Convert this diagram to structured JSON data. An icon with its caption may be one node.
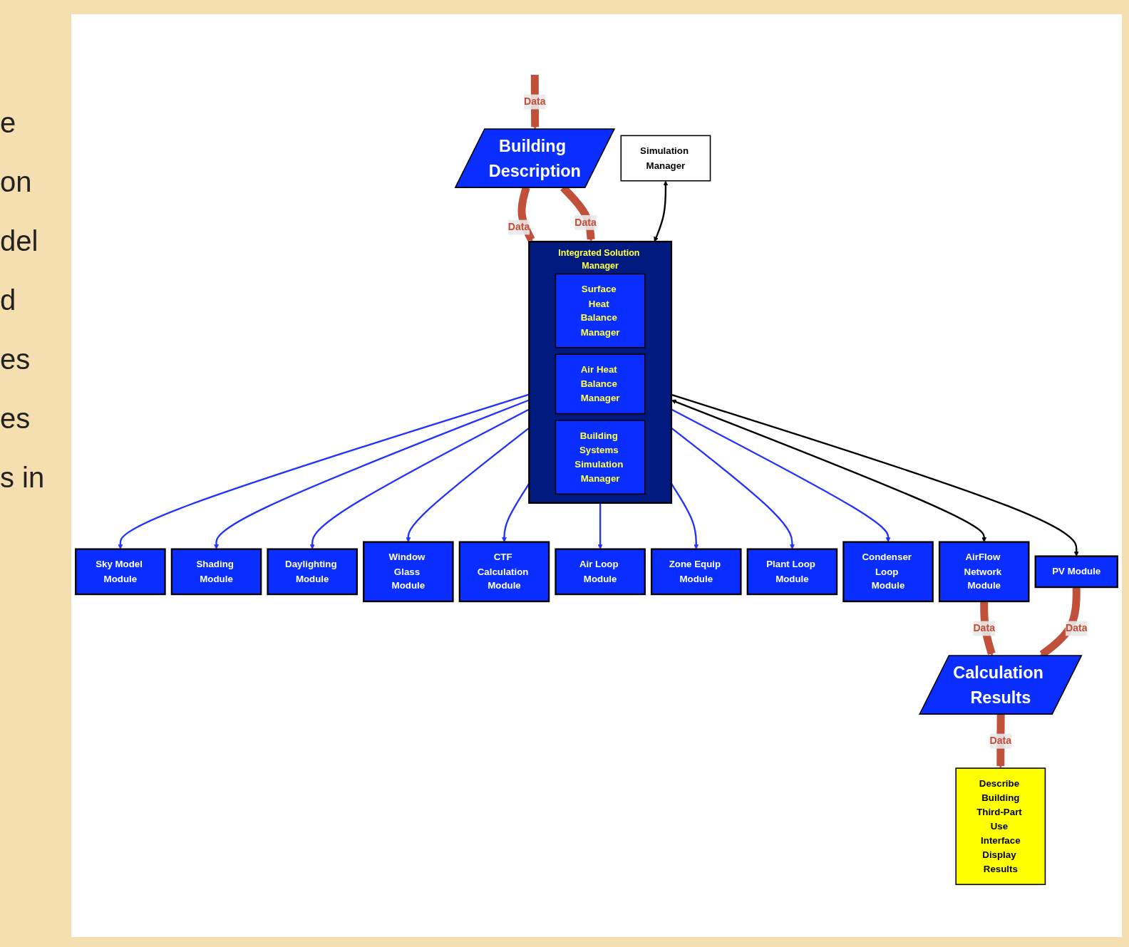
{
  "diagram": {
    "nodes": [
      {
        "text": [
          "Building Description"
        ]
      },
      {
        "text": [
          "Simulation Manager"
        ]
      },
      {
        "text": [
          "Integrated Solution Manager"
        ]
      },
      {
        "text": [
          "Surface Heat Balance Manager"
        ],
        "in": 2
      },
      {
        "text": [
          "Air Heat Balance Manager"
        ],
        "in": 2
      },
      {
        "text": [
          "Building Systems Simulation Manager"
        ],
        "in": 2
      },
      {
        "text": [
          "Sky Model Module"
        ]
      },
      {
        "text": [
          "Shading Module"
        ]
      },
      {
        "text": [
          "Daylighting Module"
        ]
      },
      {
        "text": [
          "Window Glass Module"
        ]
      },
      {
        "text": [
          "CTF Calculation Module"
        ]
      },
      {
        "text": [
          "Air Loop Module"
        ]
      },
      {
        "text": [
          "Zone Equip Module"
        ]
      },
      {
        "text": [
          "Plant Loop Module"
        ]
      },
      {
        "text": [
          "Condenser Loop Module"
        ]
      },
      {
        "text": [
          "AirFlow Network Module"
        ]
      },
      {
        "text": [
          "PV Module"
        ]
      },
      {
        "text": [
          "Calculation Results"
        ]
      },
      {
        "text": [
          "Describe Building",
          "Third-Part Use Interface",
          "Display Results"
        ]
      }
    ],
    "edges": [
      {
        "from": null,
        "to": 0,
        "arrow": "to",
        "label": "Data",
        "style": "thick",
        "color": "#c0503a"
      },
      {
        "from": 0,
        "to": 2,
        "arrow": "to",
        "label": "Data",
        "style": "thick",
        "color": "#c0503a"
      },
      {
        "from": 0,
        "to": 2,
        "arrow": "to",
        "label": "Data",
        "style": "thick",
        "color": "#c0503a"
      },
      {
        "from": 1,
        "to": 2,
        "arrow": "both",
        "color": "#000000"
      },
      {
        "from": 2,
        "to": 6,
        "arrow": "to",
        "color": "#2233ff"
      },
      {
        "from": 2,
        "to": 7,
        "arrow": "to",
        "color": "#2233ff"
      },
      {
        "from": 2,
        "to": 8,
        "arrow": "to",
        "color": "#2233ff"
      },
      {
        "from": 2,
        "to": 9,
        "arrow": "to",
        "color": "#2233ff"
      },
      {
        "from": 2,
        "to": 10,
        "arrow": "to",
        "color": "#2233ff"
      },
      {
        "from": 2,
        "to": 11,
        "arrow": "to",
        "color": "#2233ff"
      },
      {
        "from": 2,
        "to": 12,
        "arrow": "to",
        "color": "#2233ff"
      },
      {
        "from": 2,
        "to": 13,
        "arrow": "to",
        "color": "#2233ff"
      },
      {
        "from": 2,
        "to": 14,
        "arrow": "to",
        "color": "#2233ff"
      },
      {
        "from": 2,
        "to": 15,
        "arrow": "both",
        "color": "#000000"
      },
      {
        "from": 2,
        "to": 16,
        "arrow": "to",
        "color": "#000000"
      },
      {
        "from": 15,
        "to": 17,
        "arrow": "to",
        "label": "Data",
        "style": "thick",
        "color": "#c0503a"
      },
      {
        "from": 16,
        "to": 17,
        "arrow": "to",
        "label": "Data",
        "style": "thick",
        "color": "#c0503a"
      },
      {
        "from": 17,
        "to": 18,
        "arrow": "to",
        "label": "Data",
        "style": "thick",
        "color": "#c0503a"
      }
    ],
    "labels": [
      "e",
      "on",
      "del",
      "d",
      "es",
      "es",
      "s in"
    ]
  }
}
